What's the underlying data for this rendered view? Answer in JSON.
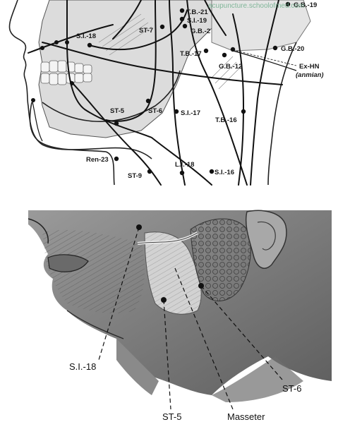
{
  "watermark": "acupuncture.schoolofmed.com",
  "top_diagram": {
    "points": {
      "tb21": "T.B.-21",
      "si19": "S.I.-19",
      "gb2": "G.B.-2",
      "gb19": "G.B.-19",
      "si18": "S.I.-18",
      "st7": "ST-7",
      "tb17": "T.B.-17",
      "gb20": "G.B.-20",
      "gb12": "G.B.-12",
      "exhn": "Ex-HN",
      "exhn_sub": "(anmian)",
      "st5": "ST-5",
      "st6": "ST-6",
      "si17": "S.I.-17",
      "tb16": "T.B.-16",
      "ren23": "Ren-23",
      "st9": "ST-9",
      "li18": "L.I.-18",
      "si16": "S.I.-16"
    }
  },
  "bottom_illustration": {
    "labels": {
      "si18": "S.I.-18",
      "st5": "ST-5",
      "masseter": "Masseter",
      "st6": "ST-6"
    }
  }
}
